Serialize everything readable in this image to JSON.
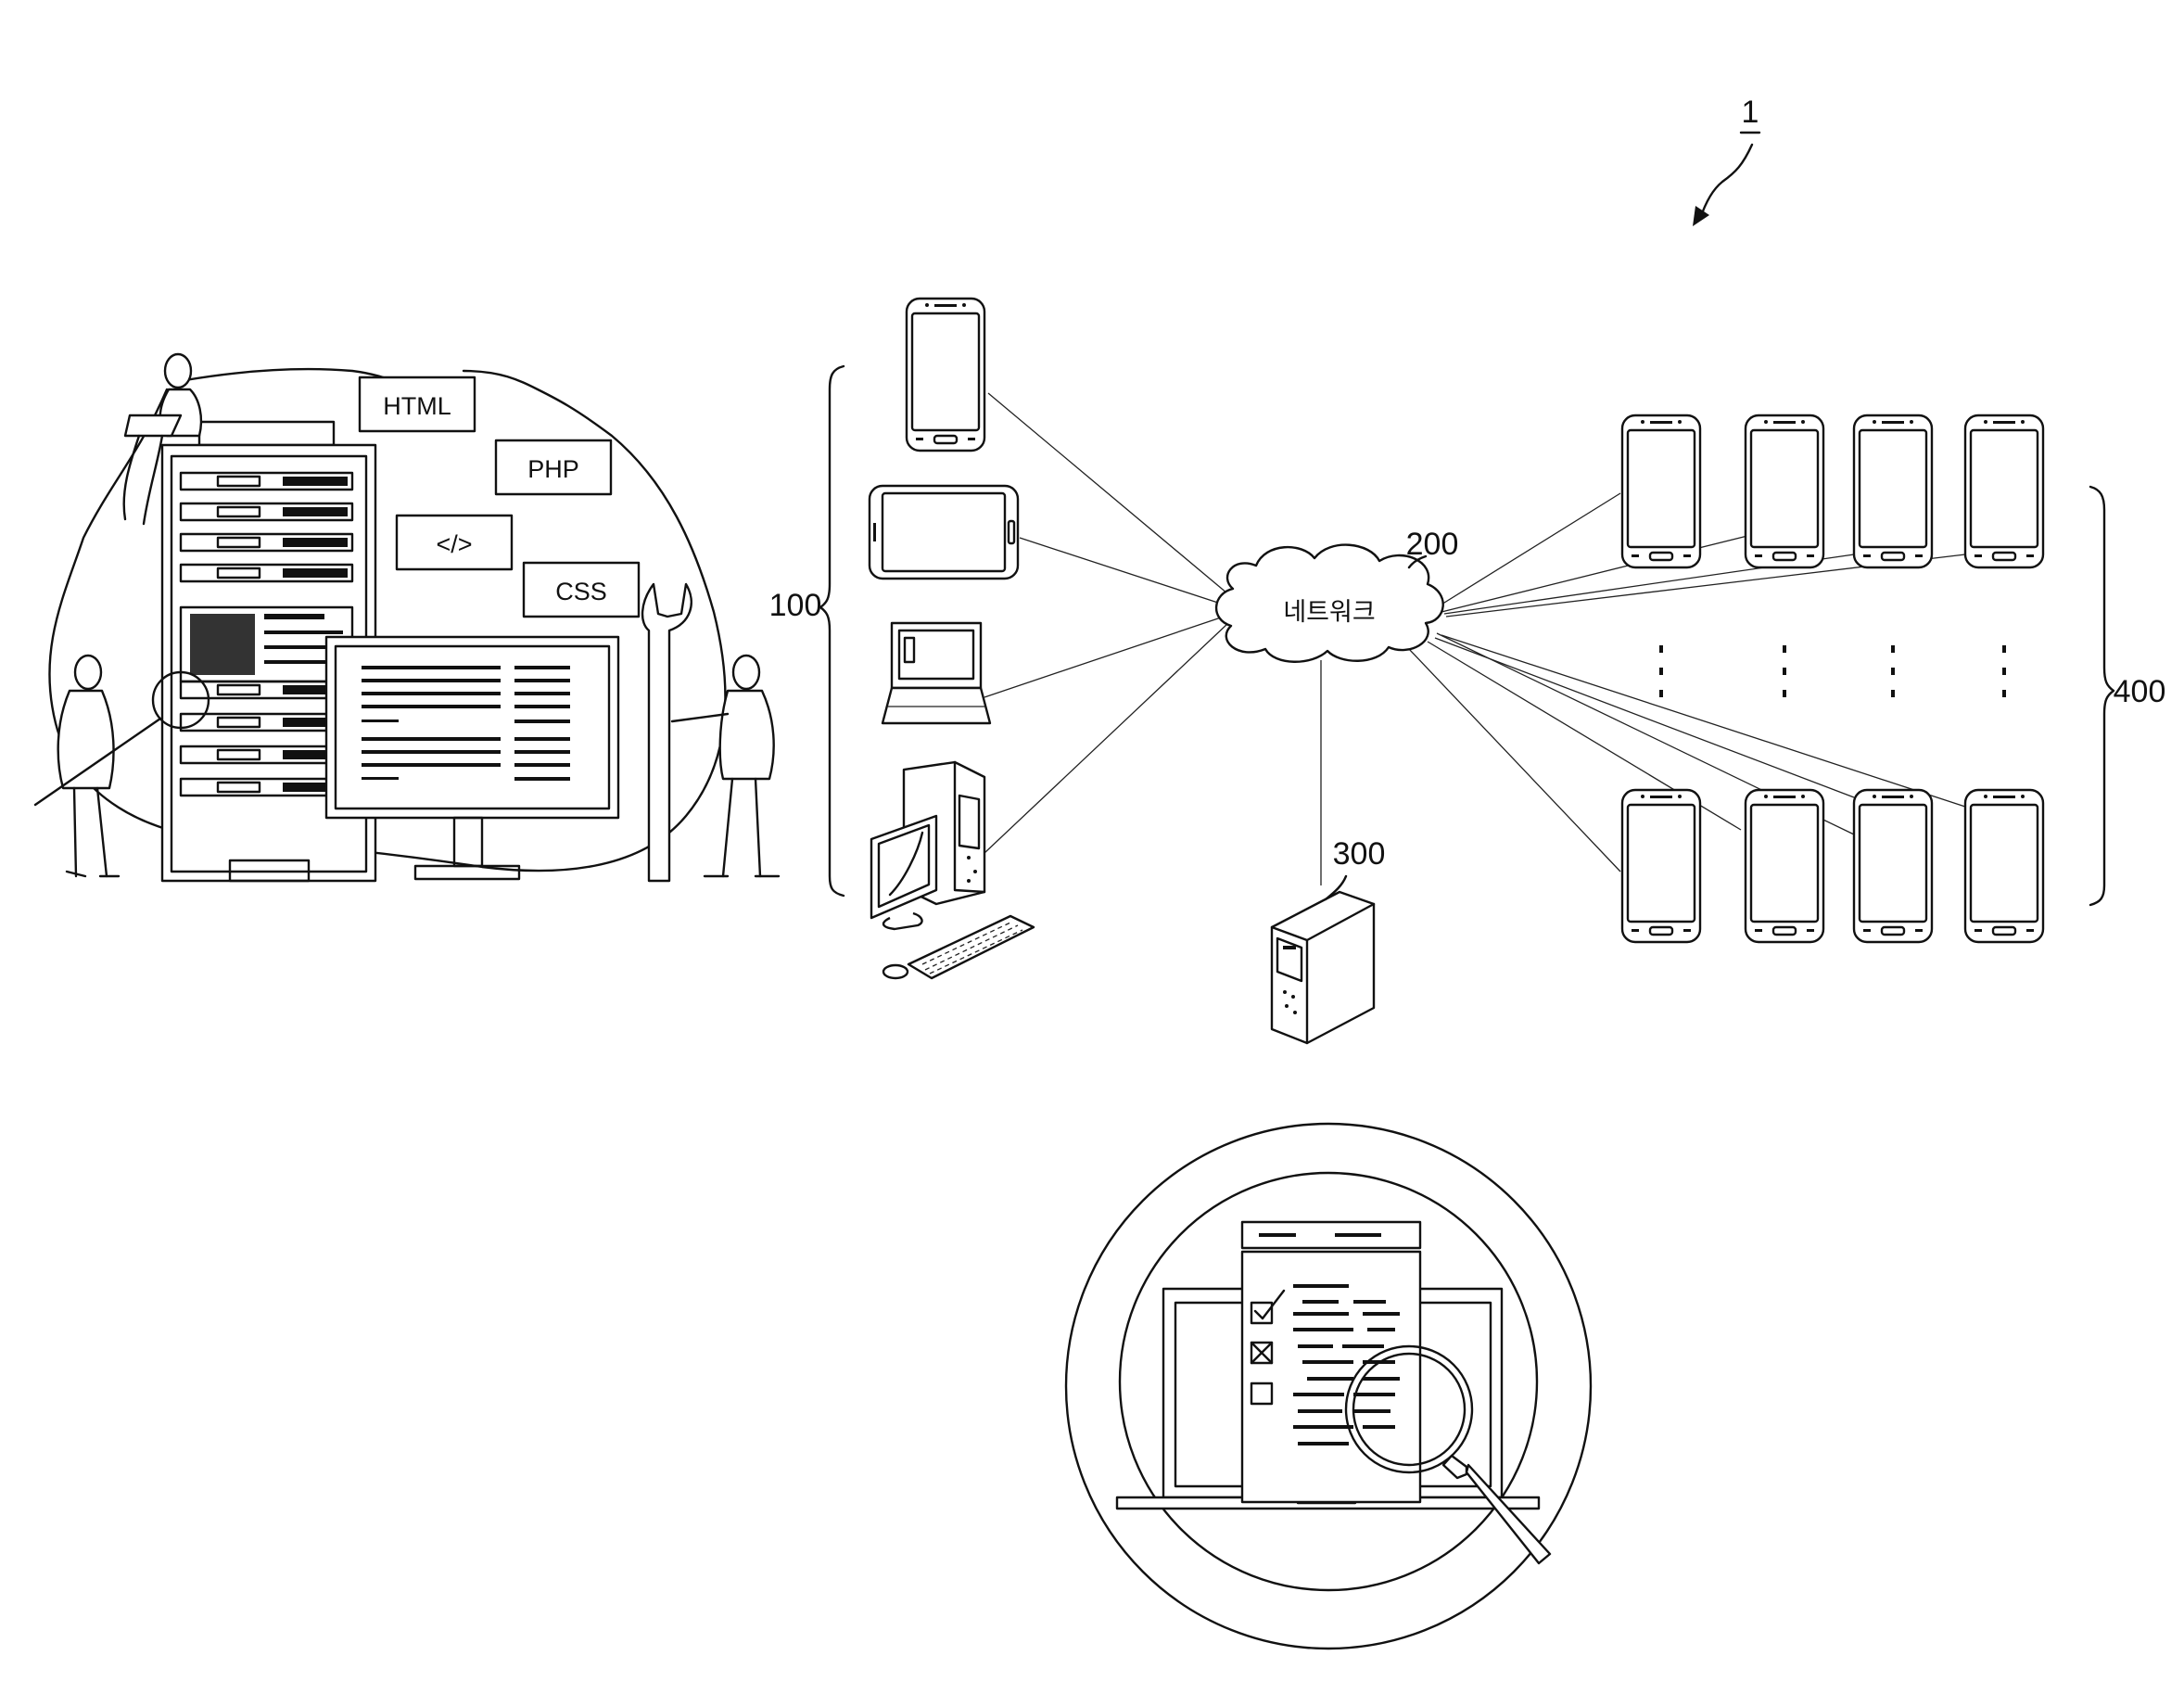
{
  "figure": {
    "system_ref": "1",
    "user_devices_ref": "100",
    "network_ref": "200",
    "network_label": "네트워크",
    "server_ref": "300",
    "test_devices_ref": "400",
    "code_labels": {
      "html": "HTML",
      "php": "PHP",
      "code": "</>",
      "css": "CSS"
    }
  }
}
